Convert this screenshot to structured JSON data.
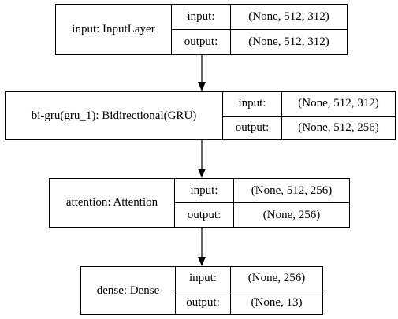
{
  "colors": {
    "stroke": "#000000",
    "background": "#ffffff",
    "text": "#000000"
  },
  "nodes": [
    {
      "name": "input: InputLayer",
      "input_label": "input:",
      "input_shape": "(None, 512, 312)",
      "output_label": "output:",
      "output_shape": "(None, 512, 312)"
    },
    {
      "name": "bi-gru(gru_1): Bidirectional(GRU)",
      "input_label": "input:",
      "input_shape": "(None, 512, 312)",
      "output_label": "output:",
      "output_shape": "(None, 512, 256)"
    },
    {
      "name": "attention: Attention",
      "input_label": "input:",
      "input_shape": "(None, 512, 256)",
      "output_label": "output:",
      "output_shape": "(None, 256)"
    },
    {
      "name": "dense: Dense",
      "input_label": "input:",
      "input_shape": "(None, 256)",
      "output_label": "output:",
      "output_shape": "(None, 13)"
    }
  ]
}
